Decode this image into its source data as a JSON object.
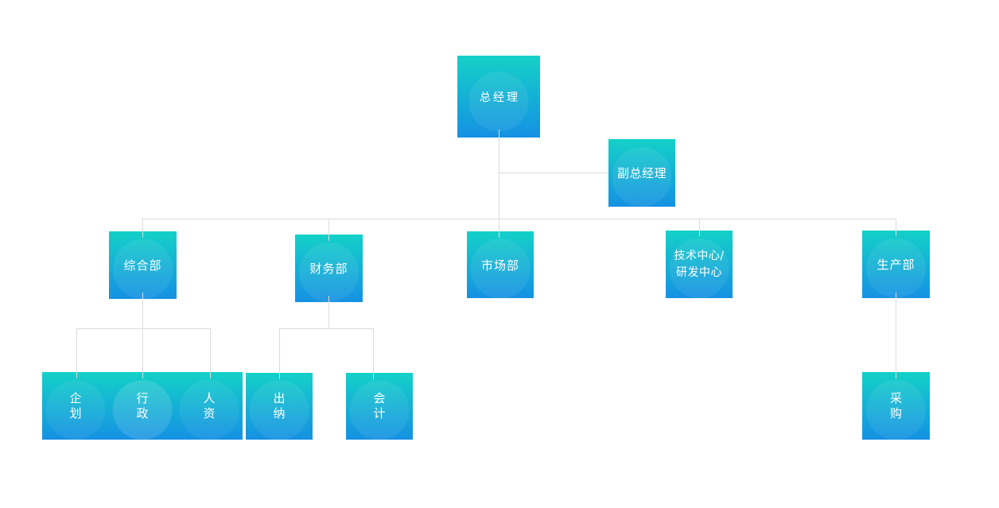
{
  "org_chart": {
    "colors": {
      "box_gradient_top": "#14d1c8",
      "box_gradient_bottom": "#1591e3",
      "box_text": "#ffffff",
      "connector": "#dcdcdc",
      "background": "#ffffff"
    },
    "nodes": {
      "general_manager": {
        "label": "总经理"
      },
      "deputy_general_manager": {
        "label": "副总经理"
      },
      "general_affairs_dept": {
        "label": "综合部"
      },
      "finance_dept": {
        "label": "财务部"
      },
      "marketing_dept": {
        "label": "市场部"
      },
      "tech_rd_center": {
        "label": "技术中心/\n研发中心"
      },
      "production_dept": {
        "label": "生产部"
      },
      "planning": {
        "label": "企划"
      },
      "administration": {
        "label": "行政"
      },
      "human_resources": {
        "label": "人资"
      },
      "cashier": {
        "label": "出纳"
      },
      "accounting": {
        "label": "会计"
      },
      "procurement": {
        "label": "采购"
      }
    },
    "hierarchy": [
      {
        "parent": "general_manager",
        "children": [
          "deputy_general_manager",
          "general_affairs_dept",
          "finance_dept",
          "marketing_dept",
          "tech_rd_center",
          "production_dept"
        ]
      },
      {
        "parent": "general_affairs_dept",
        "children": [
          "planning",
          "administration",
          "human_resources"
        ]
      },
      {
        "parent": "finance_dept",
        "children": [
          "cashier",
          "accounting"
        ]
      },
      {
        "parent": "production_dept",
        "children": [
          "procurement"
        ]
      }
    ]
  }
}
